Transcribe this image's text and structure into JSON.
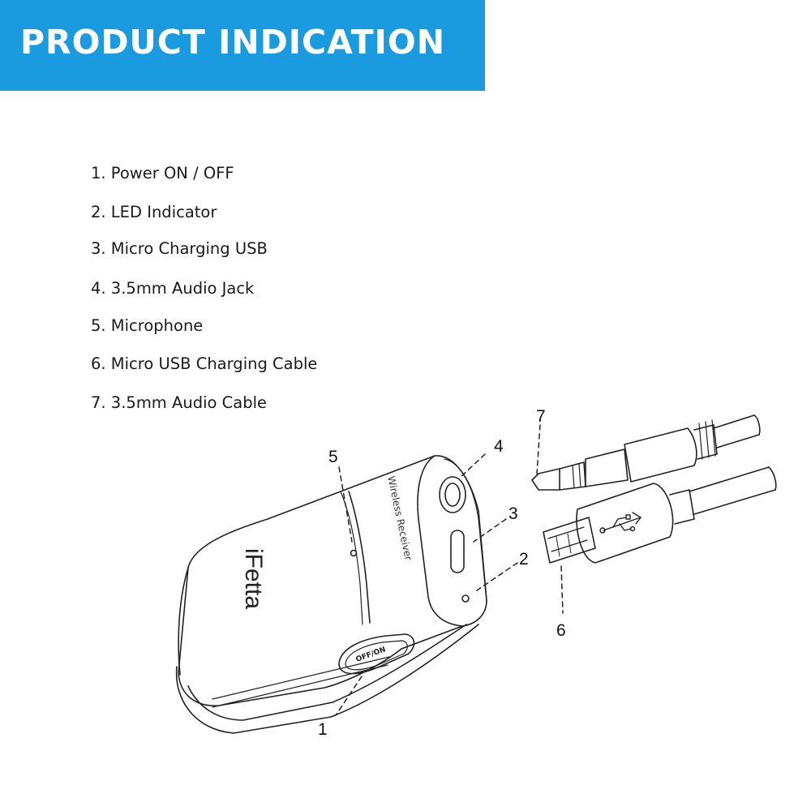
{
  "header": {
    "title": "PRODUCT INDICATION",
    "background_color": "#1a9be0",
    "text_color": "#ffffff"
  },
  "legend": {
    "items": [
      {
        "label": "1. Power ON / OFF"
      },
      {
        "label": "2. LED Indicator"
      },
      {
        "label": "3. Micro Charging USB"
      },
      {
        "label": "4. 3.5mm Audio Jack"
      },
      {
        "label": "5. Microphone"
      },
      {
        "label": "6. Micro USB Charging Cable"
      },
      {
        "label": "7. 3.5mm Audio Cable"
      }
    ]
  },
  "diagram": {
    "device": {
      "brand": "iFetta",
      "side_label": "Wireless Receiver",
      "switch_label": "OFF/ON"
    },
    "callouts": [
      "1",
      "2",
      "3",
      "4",
      "5",
      "6",
      "7"
    ],
    "icons": [
      "usb-icon"
    ]
  }
}
